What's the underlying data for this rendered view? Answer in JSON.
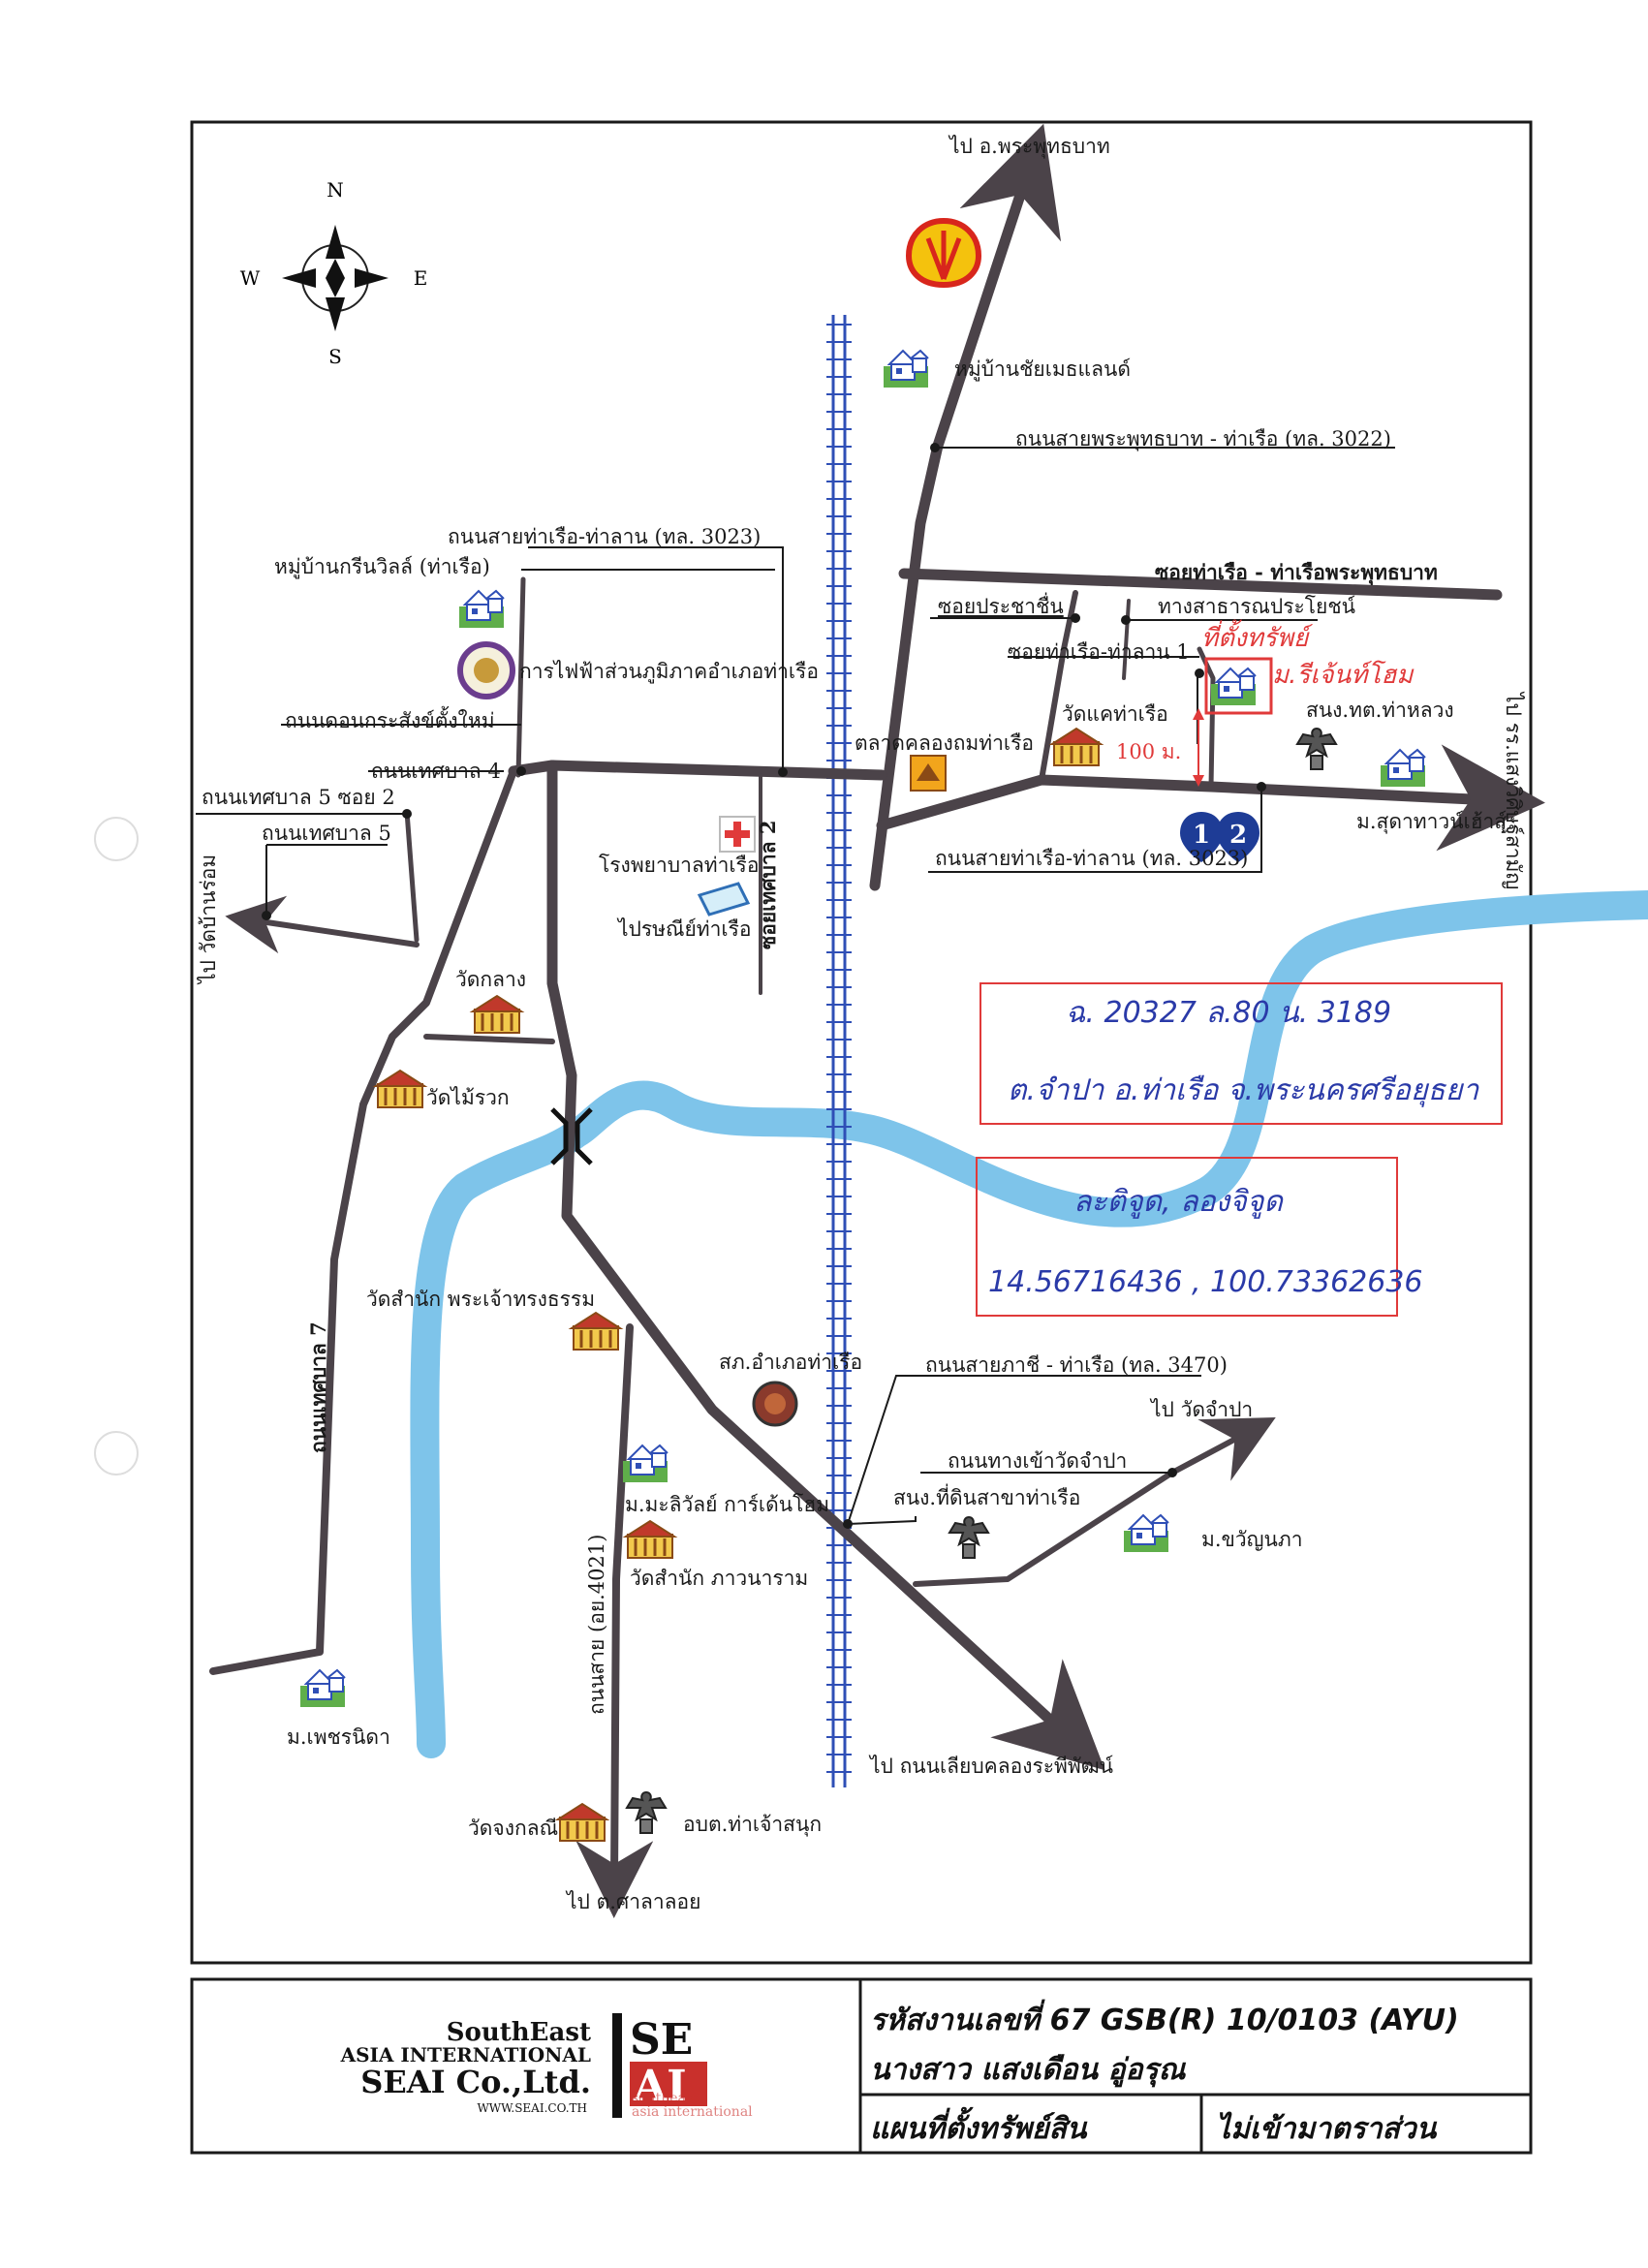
{
  "colors": {
    "road": "#4b4349",
    "river": "#7ec4ea",
    "rail": "#2f4fb6",
    "frame": "#1a1a1a",
    "red_mark": "#e03a3a",
    "blue_hand": "#2a3aa8",
    "logo_red": "#c9302c"
  },
  "compass": {
    "n": "N",
    "s": "S",
    "e": "E",
    "w": "W"
  },
  "labels": {
    "to_phraphutthabat": "ไป อ.พระพุทธบาท",
    "chaimet_land": "หมู่บ้านชัยเมธแลนด์",
    "road_3022": "ถนนสายพระพุทธบาท - ท่าเรือ (ทล. 3022)",
    "soi_tharuea_phutthabat": "ซอยท่าเรือ - ท่าเรือพระพุทธบาท",
    "soi_prachachuen": "ซอยประชาชื่น",
    "public_way": "ทางสาธารณประโยชน์",
    "soi_tharuea_thalan": "ซอยท่าเรือ-ท่าลาน 1",
    "target_label": "ที่ตั้งทรัพย์",
    "regent_home": "ม.รีเจ้นท์โฮม",
    "wat_khae": "วัดแคท่าเรือ",
    "dist_100": "100 ม.",
    "talat_khlong": "ตลาดคลองถมท่าเรือ",
    "tho_pho": "สนง.ทต.ท่าหลวง",
    "to_hospital_saeng": "ไป รร.แสงวิศิษฐ์สามัญ",
    "suda_village": "ม.สุดาทาวน์เฮ้าส์",
    "road_3023_lower": "ถนนสายท่าเรือ-ท่าลาน (ทล. 3023)",
    "road_3023_upper": "ถนนสายท่าเรือ-ท่าลาน (ทล. 3023)",
    "green_ville": "หมู่บ้านกรีนวิลล์ (ท่าเรือ)",
    "pea": "การไฟฟ้าส่วนภูมิภาคอำเภอท่าเรือ",
    "don_krasang": "ถนนดอนกระสังข์ตั้งใหม่",
    "thetsaban4": "ถนนเทศบาล 4",
    "thetsaban5_soi2": "ถนนเทศบาล 5 ซอย 2",
    "thetsaban5": "ถนนเทศบาล 5",
    "to_wat_banrom": "ไป วัดบ้านร่อม",
    "hospital": "โรงพยาบาลท่าเรือ",
    "post": "ไปรษณีย์ท่าเรือ",
    "soi_thetsaban2": "ซอยเทศบาล 2",
    "wat_klang": "วัดกลาง",
    "wat_mairuak": "วัดไม้รวก",
    "wat_samnak": "วัดสำนัก พระเจ้าทรงธรรม",
    "thetsaban7": "ถนนเทศบาล 7",
    "district_office": "สภ.อำเภอท่าเรือ",
    "road_3470": "ถนนสายภาชี - ท่าเรือ (ทล. 3470)",
    "to_wat_champa": "ไป วัดจำปา",
    "road_wat_champa": "ถนนทางเข้าวัดจำปา",
    "land_office": "สนง.ที่ดินสาขาท่าเรือ",
    "khwanphara": "ม.ขวัญนภา",
    "malivan": "ม.มะลิวัลย์ การ์เด้นโฮม",
    "wat_phawana": "วัดสำนัก ภาวนาราม",
    "road_4021": "ถนนสาย (อย.4021)",
    "phetnida": "ม.เพชรนิดา",
    "to_khlong_raphiphat": "ไป ถนนเลียบคลองระพีพัฒน์",
    "wat_chongkhlani": "วัดจงกลณี",
    "obt": "อบต.ท่าเจ้าสนุก",
    "to_salaloi": "ไป ต.ศาลาลอย"
  },
  "markers": {
    "m1": "1",
    "m2": "2"
  },
  "notes": {
    "deed_line": "ฉ. 20327 ล.80 น. 3189",
    "location_line": "ต.จำปา อ.ท่าเรือ จ.พระนครศรีอยุธยา",
    "coord_label": "ละติจูด, ลองจิจูด",
    "coord_value": "14.56716436 , 100.73362636"
  },
  "footer": {
    "logo_line1": "SouthEast",
    "logo_line2": "ASIA INTERNATIONAL",
    "logo_line3": "SEAI Co.,Ltd.",
    "logo_url": "WWW.SEAI.CO.TH",
    "logo_se": "SE",
    "logo_ai": "AI",
    "logo_sub1": "southeast",
    "logo_sub2": "asia international",
    "job_code": "รหัสงานเลขที่ 67 GSB(R) 10/0103 (AYU)",
    "owner": "นางสาว แสงเดือน อู่อรุณ",
    "map_title": "แผนที่ตั้งทรัพย์สิน",
    "scale_note": "ไม่เข้ามาตราส่วน"
  }
}
